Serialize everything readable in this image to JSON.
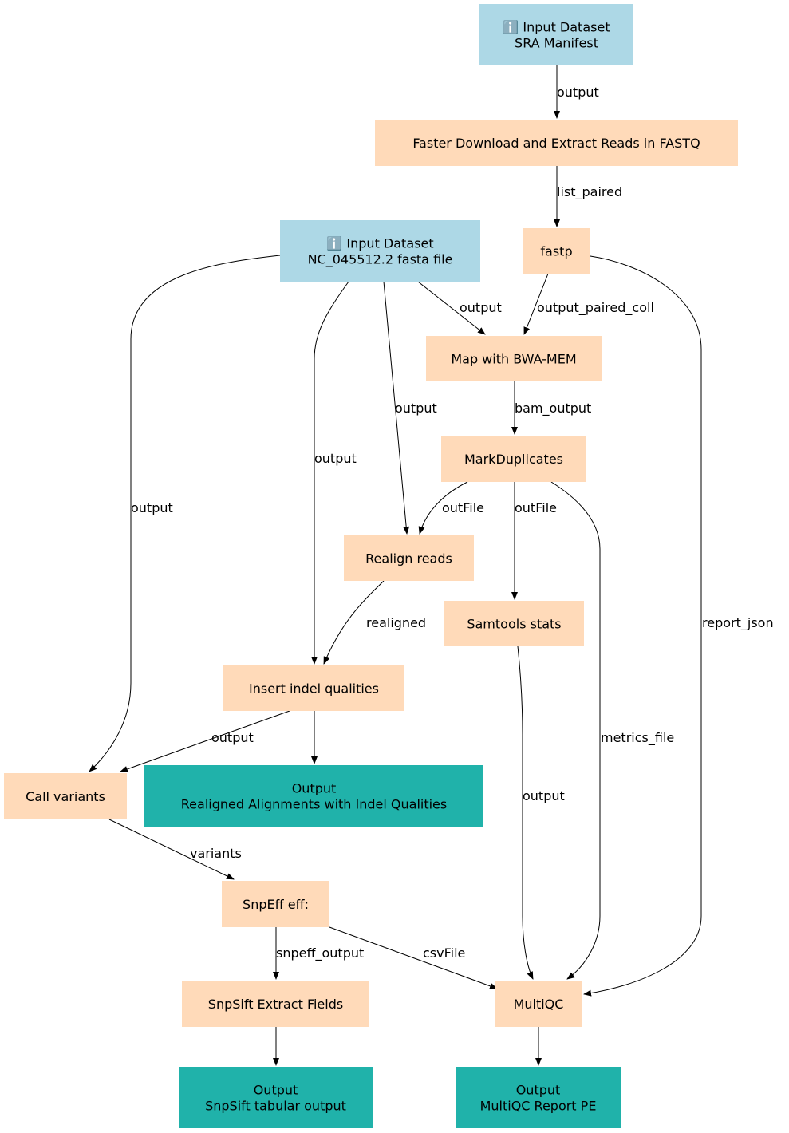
{
  "colors": {
    "input": "#add8e6",
    "tool": "#ffdab9",
    "output": "#20b2aa",
    "edge": "#000000"
  },
  "nodes": {
    "sra_manifest": {
      "lines": [
        "ℹ️ Input Dataset",
        "SRA Manifest"
      ],
      "kind": "input",
      "icon": "info-icon"
    },
    "faster_download": {
      "lines": [
        "Faster Download and Extract Reads in FASTQ"
      ],
      "kind": "tool"
    },
    "fastp": {
      "lines": [
        "fastp"
      ],
      "kind": "tool"
    },
    "fasta_input": {
      "lines": [
        "ℹ️ Input Dataset",
        "NC_045512.2 fasta file"
      ],
      "kind": "input",
      "icon": "info-icon"
    },
    "bwa_mem": {
      "lines": [
        "Map with BWA-MEM"
      ],
      "kind": "tool"
    },
    "markduplicates": {
      "lines": [
        "MarkDuplicates"
      ],
      "kind": "tool"
    },
    "realign_reads": {
      "lines": [
        "Realign reads"
      ],
      "kind": "tool"
    },
    "samtools_stats": {
      "lines": [
        "Samtools stats"
      ],
      "kind": "tool"
    },
    "insert_indel": {
      "lines": [
        "Insert indel qualities"
      ],
      "kind": "tool"
    },
    "call_variants": {
      "lines": [
        "Call variants"
      ],
      "kind": "tool"
    },
    "output_realigned": {
      "lines": [
        "Output",
        "Realigned Alignments with Indel Qualities"
      ],
      "kind": "output"
    },
    "snpeff": {
      "lines": [
        "SnpEff eff:"
      ],
      "kind": "tool"
    },
    "snpsift": {
      "lines": [
        "SnpSift Extract Fields"
      ],
      "kind": "tool"
    },
    "multiqc": {
      "lines": [
        "MultiQC"
      ],
      "kind": "tool"
    },
    "output_snpsift": {
      "lines": [
        "Output",
        "SnpSift tabular output"
      ],
      "kind": "output"
    },
    "output_multiqc": {
      "lines": [
        "Output",
        "MultiQC Report PE"
      ],
      "kind": "output"
    }
  },
  "edges": [
    {
      "from": "sra_manifest",
      "to": "faster_download",
      "label": "output"
    },
    {
      "from": "faster_download",
      "to": "fastp",
      "label": "list_paired"
    },
    {
      "from": "fastp",
      "to": "bwa_mem",
      "label": "output_paired_coll"
    },
    {
      "from": "fasta_input",
      "to": "bwa_mem",
      "label": "output"
    },
    {
      "from": "fastp",
      "to": "multiqc",
      "label": "report_json"
    },
    {
      "from": "bwa_mem",
      "to": "markduplicates",
      "label": "bam_output"
    },
    {
      "from": "fasta_input",
      "to": "realign_reads",
      "label": "output"
    },
    {
      "from": "fasta_input",
      "to": "insert_indel",
      "label": "output"
    },
    {
      "from": "fasta_input",
      "to": "call_variants",
      "label": "output"
    },
    {
      "from": "markduplicates",
      "to": "realign_reads",
      "label": "outFile"
    },
    {
      "from": "markduplicates",
      "to": "samtools_stats",
      "label": "outFile"
    },
    {
      "from": "markduplicates",
      "to": "multiqc",
      "label": "metrics_file"
    },
    {
      "from": "realign_reads",
      "to": "insert_indel",
      "label": "realigned"
    },
    {
      "from": "samtools_stats",
      "to": "multiqc",
      "label": "output"
    },
    {
      "from": "insert_indel",
      "to": "call_variants",
      "label": "output"
    },
    {
      "from": "insert_indel",
      "to": "output_realigned",
      "label": ""
    },
    {
      "from": "call_variants",
      "to": "snpeff",
      "label": "variants"
    },
    {
      "from": "snpeff",
      "to": "snpsift",
      "label": "snpeff_output"
    },
    {
      "from": "snpeff",
      "to": "multiqc",
      "label": "csvFile"
    },
    {
      "from": "snpsift",
      "to": "output_snpsift",
      "label": ""
    },
    {
      "from": "multiqc",
      "to": "output_multiqc",
      "label": ""
    }
  ]
}
